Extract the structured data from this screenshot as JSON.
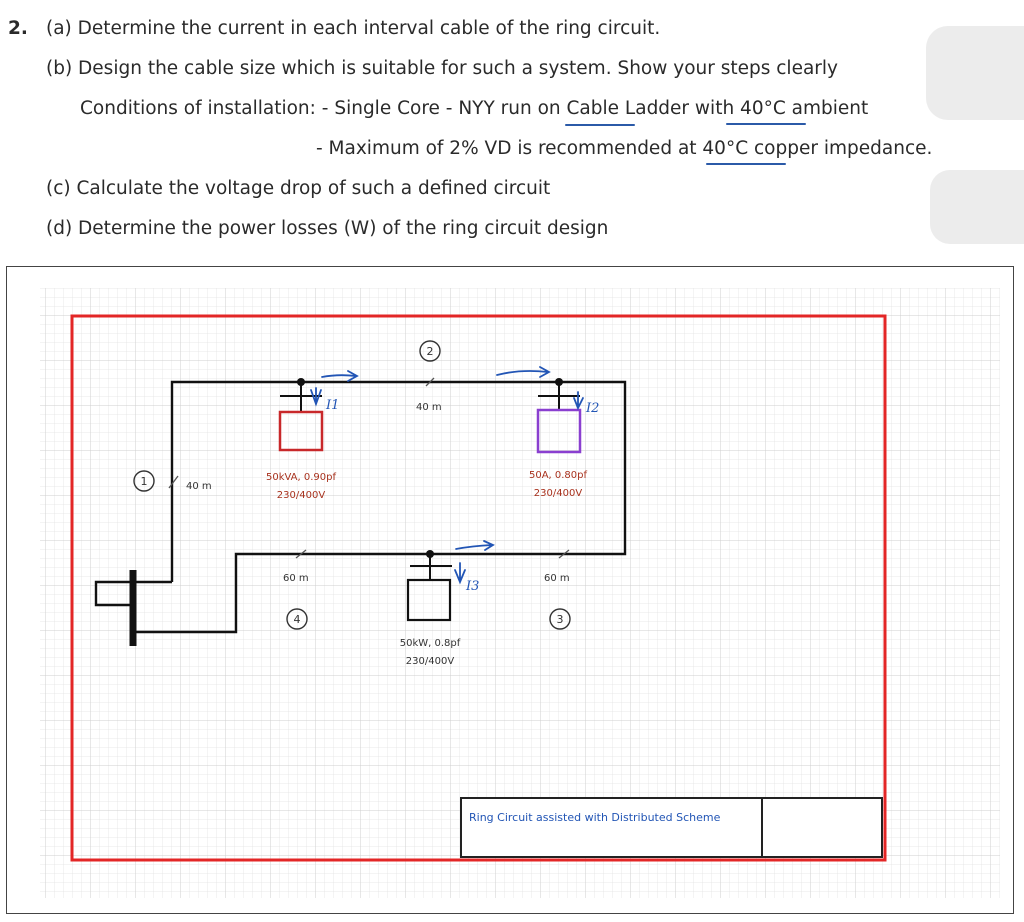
{
  "question": {
    "number": "2.",
    "part_a": "(a) Determine the current in each interval cable of the ring circuit.",
    "part_b": "(b) Design the cable size which is suitable for such a system. Show your steps clearly",
    "conditions_1": "Conditions of installation: - Single Core - NYY run on Cable Ladder with 40°C ambient",
    "conditions_2": "- Maximum of 2% VD is recommended at 40°C copper impedance.",
    "part_c": "(c) Calculate the voltage drop of such a defined circuit",
    "part_d": "(d) Determine the power losses (W) of the ring circuit design"
  },
  "diagram": {
    "nodes": [
      "1",
      "2",
      "3",
      "4"
    ],
    "seg_top": "40 m",
    "seg_left": "40 m",
    "seg_right": "60 m",
    "seg_bottom": "60 m",
    "load1_rating": "50kVA, 0.90pf",
    "load1_voltage": "230/400V",
    "load2_rating": "50A, 0.80pf",
    "load2_voltage": "230/400V",
    "load3_rating": "50kW, 0.8pf",
    "load3_voltage": "230/400V",
    "current_1": "I1",
    "current_2": "I2",
    "current_3": "I3",
    "title_block": "Ring Circuit assisted with Distributed Scheme",
    "colors": {
      "border": "#e32626",
      "wire": "#111111",
      "load1": "#c8282a",
      "load2": "#8a3fd0",
      "load3": "#111111",
      "annotation": "#2255b5",
      "label_text": "#a8321e"
    }
  }
}
